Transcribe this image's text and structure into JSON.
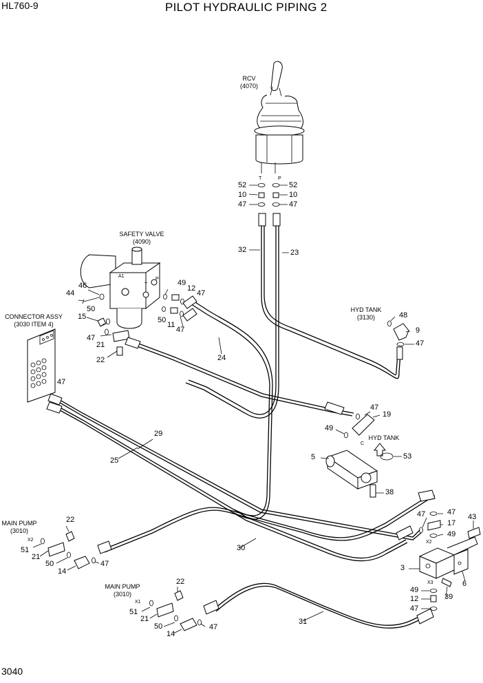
{
  "header": {
    "model": "HL760-9",
    "title": "PILOT HYDRAULIC PIPING 2",
    "page_number": "3040"
  },
  "components": {
    "rcv": {
      "name": "RCV",
      "code": "(4070)"
    },
    "safety_valve": {
      "name": "SAFETY VALVE",
      "code": "(4090)"
    },
    "connector_assy": {
      "name": "CONNECTOR ASSY",
      "code": "(3030 ITEM 4)"
    },
    "hyd_tank_1": {
      "name": "HYD TANK",
      "code": "(3130)"
    },
    "hyd_tank_2": {
      "name": "HYD TANK"
    },
    "main_pump_1": {
      "name": "MAIN PUMP",
      "code": "(3010)"
    },
    "main_pump_2": {
      "name": "MAIN PUMP",
      "code": "(3010)"
    }
  },
  "port_marks": {
    "t": "T",
    "p": "P",
    "a1": "A1",
    "c": "C",
    "x1": "X1",
    "x2": "X2",
    "x3": "X3"
  },
  "part_numbers": {
    "n52a": "52",
    "n52b": "52",
    "n10a": "10",
    "n10b": "10",
    "n47a": "47",
    "n47b": "47",
    "n32": "32",
    "n23": "23",
    "n46": "46",
    "n44": "44",
    "n49a": "49",
    "n12a": "12",
    "n47c": "47",
    "n15": "15",
    "n50a": "50",
    "n11": "11",
    "n47d": "47",
    "n47e": "47",
    "n21a": "21",
    "n22a": "22",
    "n24": "24",
    "n48": "48",
    "n9": "9",
    "n47f": "47",
    "n47g": "47",
    "n19": "19",
    "n49b": "49",
    "n47h": "47",
    "n29": "29",
    "n25": "25",
    "n5": "5",
    "n53": "53",
    "n38": "38",
    "n22b": "22",
    "n51a": "51",
    "n21b": "21",
    "n50b": "50",
    "n14a": "14",
    "n47i": "47",
    "n30": "30",
    "n47j": "47",
    "n47k": "47",
    "n17": "17",
    "n49c": "49",
    "n43": "43",
    "n3": "3",
    "n6": "6",
    "n49d": "49",
    "n12b": "12",
    "n39": "39",
    "n47l": "47",
    "n22c": "22",
    "n51b": "51",
    "n21c": "21",
    "n50c": "50",
    "n14b": "14",
    "n47m": "47",
    "n31": "31"
  }
}
